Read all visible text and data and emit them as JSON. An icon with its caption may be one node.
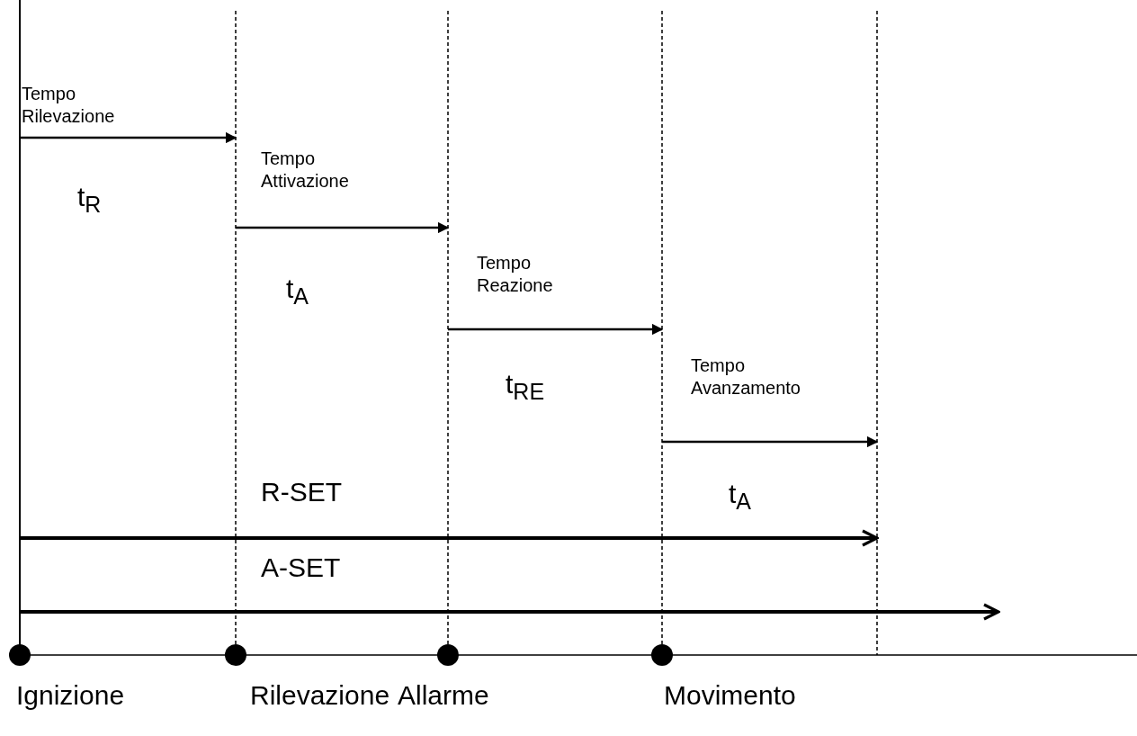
{
  "diagram": {
    "labels": [
      "Tempo Rilevazione",
      "t$_{R}$",
      "Tempo Attivazione",
      "t$_{A}$",
      "Tempo Reazione",
      "t$_{RE}$",
      "Tempo Avanzamento",
      "R-SET",
      "t$_{A}$",
      "A-SET",
      "Ignizione",
      "Rilevazione",
      "Allarme",
      "Movimento"
    ]
  }
}
